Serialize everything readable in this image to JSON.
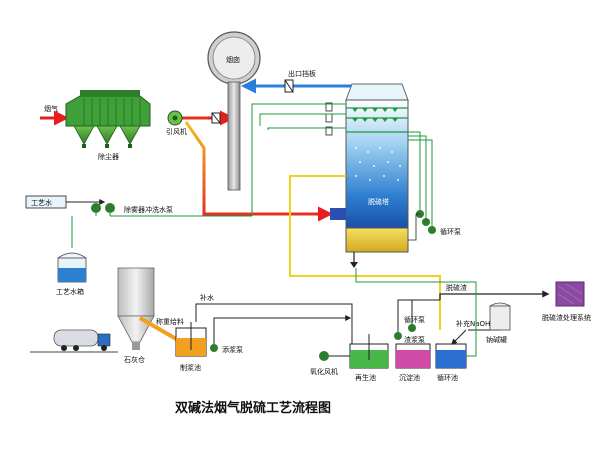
{
  "title": "双碱法烟气脱硫工艺流程图",
  "labels": {
    "flue_gas": "烟气",
    "dust_collector": "除尘器",
    "induced_fan": "引风机",
    "chimney": "烟囱",
    "outlet_damper": "出口挡板",
    "tower": "脱硫塔",
    "circ_pump_tower": "循环泵",
    "process_water": "工艺水",
    "mist_pump": "除雾器冲洗水泵",
    "water_tank": "工艺水箱",
    "lime_silo": "石灰仓",
    "weigh_feed": "称重给料",
    "makeup_water": "补水",
    "slurry_pump": "添浆泵",
    "slurry_pond": "制浆池",
    "desulf_slag": "脱硫渣",
    "slag_system": "脱硫渣处理系统",
    "circ_pump": "循环泵",
    "slag_pump": "渣浆泵",
    "naoh": "补充NaOH",
    "soda_tank": "钠碱罐",
    "oxidation_fan": "氧化风机",
    "regen_pond": "再生池",
    "settling_pond": "沉淀池",
    "circ_pond": "循环池"
  },
  "colors": {
    "flue": "#e61e1e",
    "flue_mid": "#f0a020",
    "clean_gas": "#2a7fd8",
    "water": "#1e9a3a",
    "slurry": "#f2d020",
    "line": "#222222"
  }
}
